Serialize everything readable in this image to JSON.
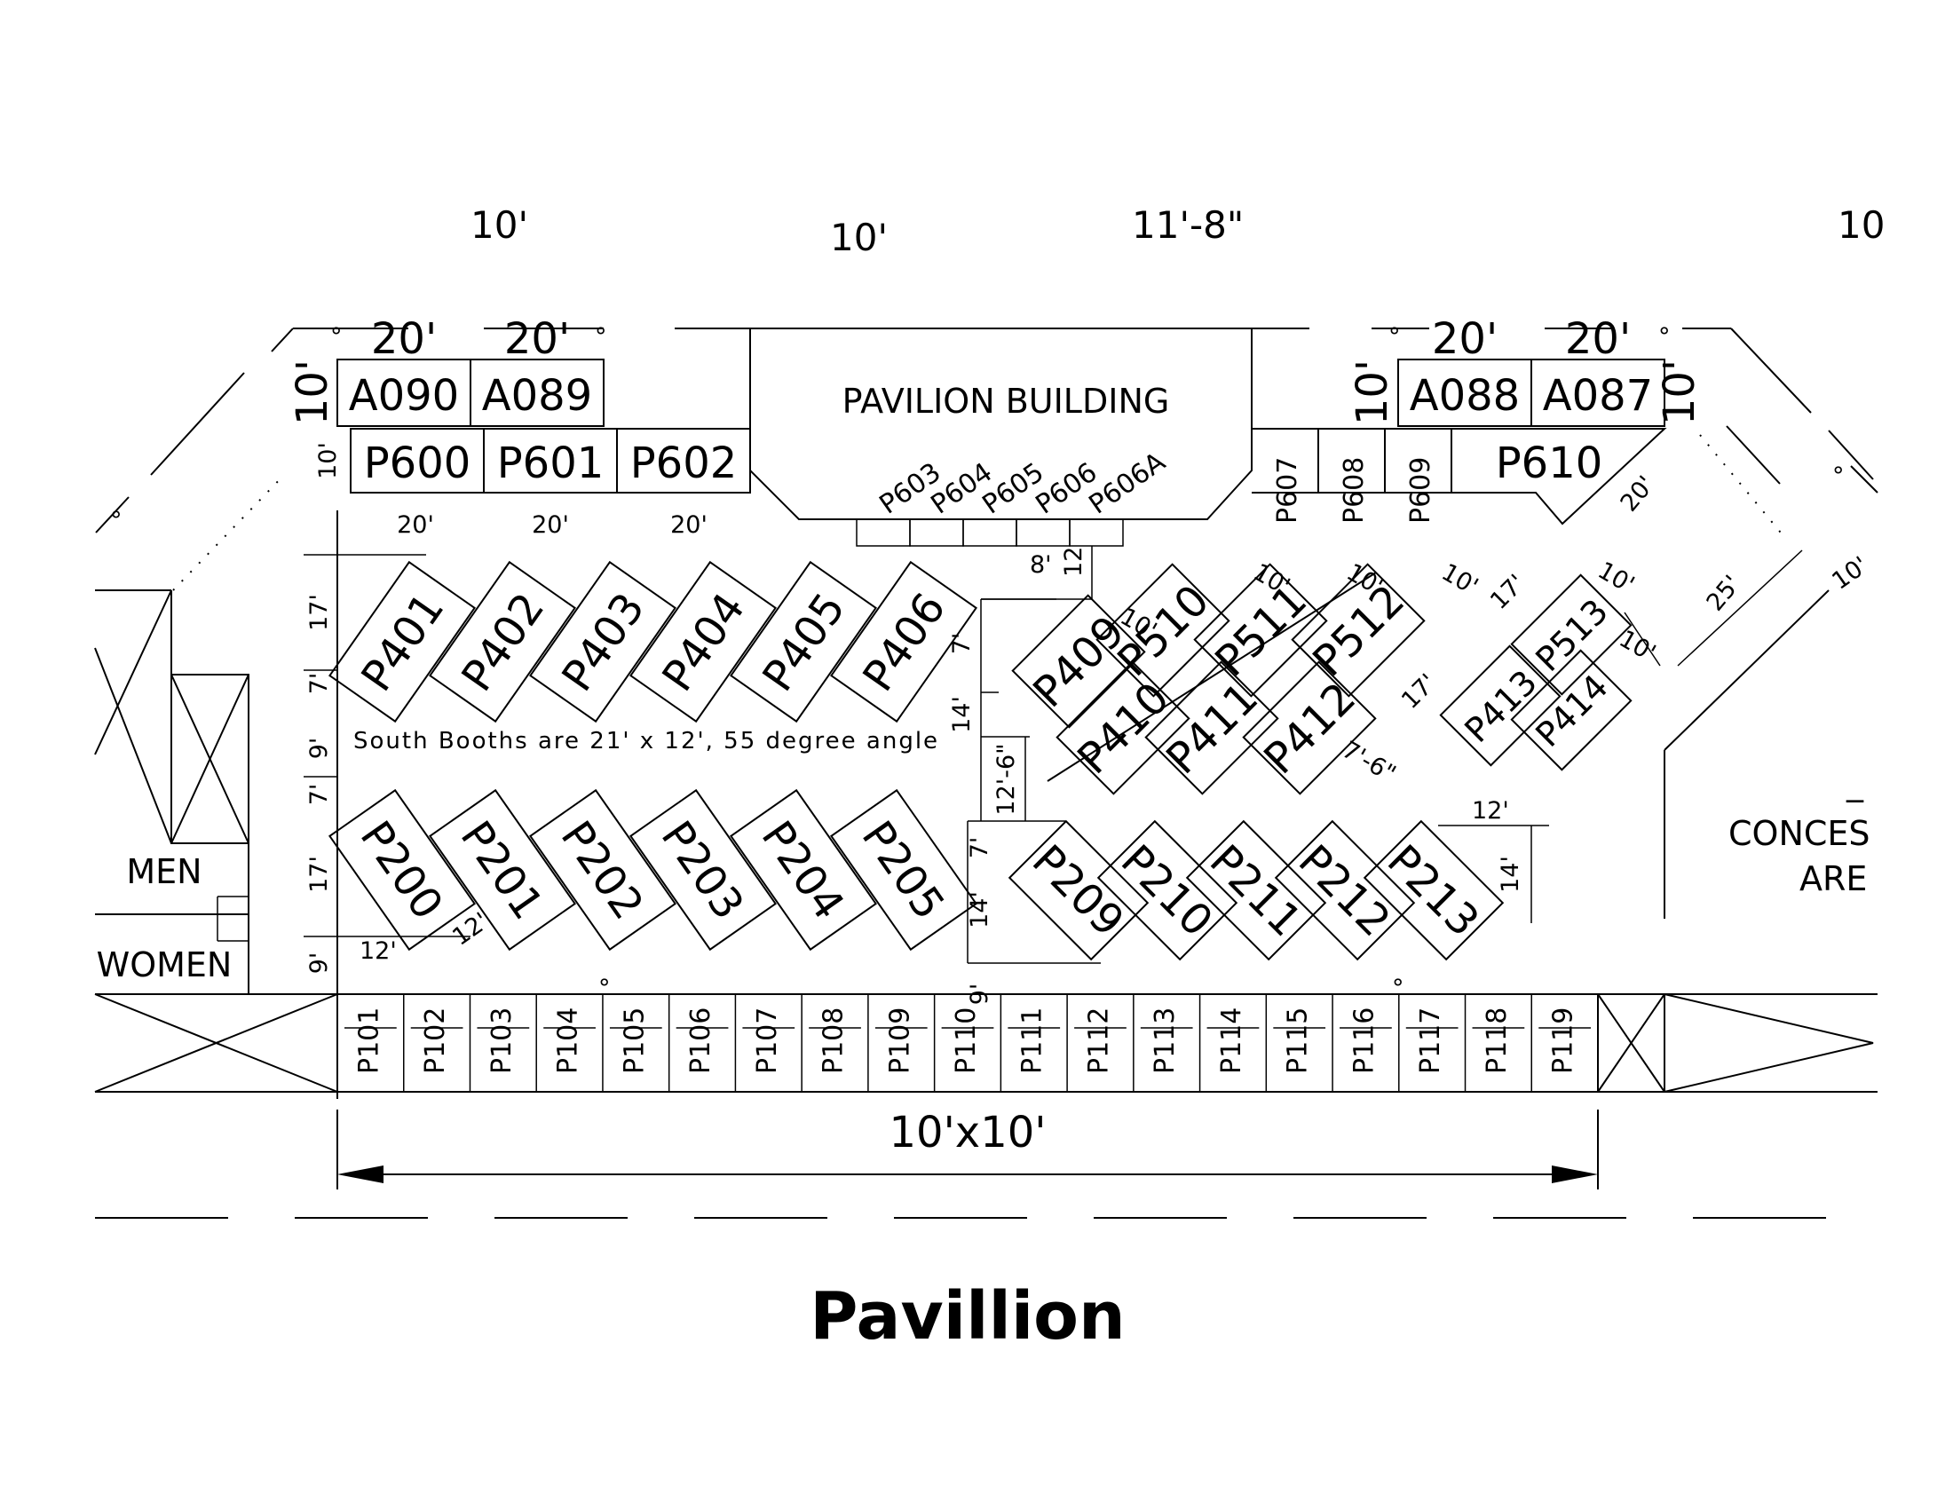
{
  "title": "Pavillion",
  "building_label": "PAVILION BUILDING",
  "men_label": "MEN",
  "women_label": "WOMEN",
  "concession_label_1": "CONCES",
  "concession_label_2": "ARE",
  "concession_dash": "_",
  "note": "South Booths are 21' x 12', 55 degree angle",
  "bottom_dimension": "10'x10'",
  "top_dimensions": [
    "10'",
    "10'",
    "11'-8\"",
    "10"
  ],
  "a_booths_left": [
    "A090",
    "A089"
  ],
  "a_booths_right": [
    "A088",
    "A087"
  ],
  "p600_row": [
    "P600",
    "P601",
    "P602"
  ],
  "stage_booths": [
    "P603",
    "P604",
    "P605",
    "P606",
    "P606A"
  ],
  "east_upper": [
    "P607",
    "P608",
    "P609"
  ],
  "p610": "P610",
  "p400_row": [
    "P401",
    "P402",
    "P403",
    "P404",
    "P405",
    "P406"
  ],
  "p200_row": [
    "P200",
    "P201",
    "P202",
    "P203",
    "P204",
    "P205"
  ],
  "east_mid_a": [
    "P409",
    "P510",
    "P511",
    "P512"
  ],
  "east_mid_b": [
    "P410",
    "P411",
    "P412"
  ],
  "east_far": [
    "P413",
    "P513",
    "P414"
  ],
  "east_lower": [
    "P209",
    "P210",
    "P211",
    "P212",
    "P213"
  ],
  "p100_row": [
    "P101",
    "P102",
    "P103",
    "P104",
    "P105",
    "P106",
    "P107",
    "P108",
    "P109",
    "P110",
    "P111",
    "P112",
    "P113",
    "P114",
    "P115",
    "P116",
    "P117",
    "P118",
    "P119"
  ],
  "dims": {
    "a_width": "20'",
    "a_height": "10'",
    "p600_width": "20'",
    "p600_height": "10'",
    "d17": "17'",
    "d7": "7'",
    "d9": "9'",
    "d12": "12'",
    "d14": "14'",
    "d8": "8'",
    "d12n": "12",
    "d10": "10'",
    "d20": "20'",
    "d25": "25'",
    "d12_6": "12'-6\"",
    "d7_6": "7'-6\"",
    "deg": "°"
  }
}
